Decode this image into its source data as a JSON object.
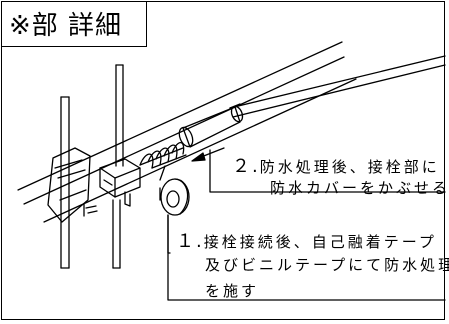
{
  "title": "※部 詳細",
  "notes": {
    "step2": {
      "number": "２.",
      "line1": "防水処理後、接栓部に",
      "line2": "防水カバーをかぶせる"
    },
    "step1": {
      "number": "１.",
      "line1": "接栓接続後、自己融着テープ",
      "line2": "及びビニルテープにて防水処理",
      "line3": "を施す"
    }
  }
}
